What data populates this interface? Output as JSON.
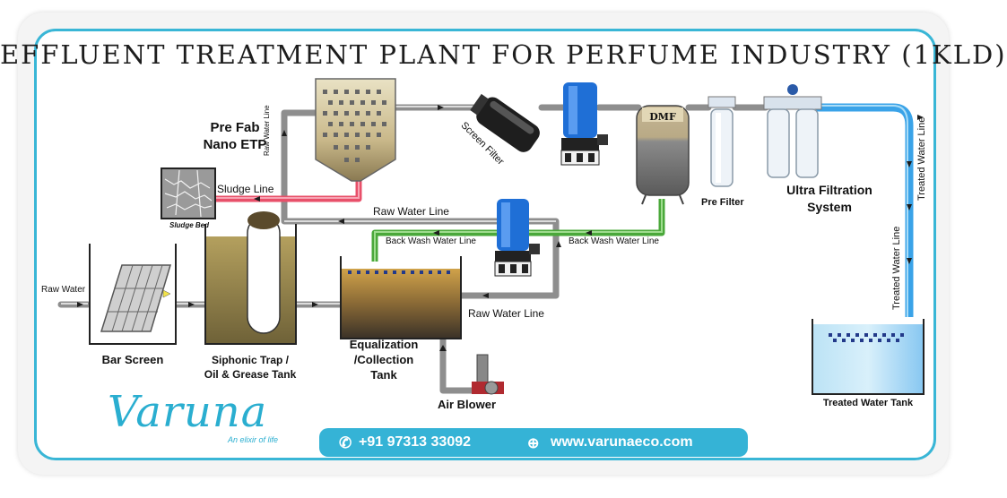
{
  "title": "EFFLUENT TREATMENT PLANT FOR PERFUME INDUSTRY (1KLD)",
  "labels": {
    "pre_fab": "Pre Fab",
    "nano_etp": "Nano ETP",
    "sludge_line": "Sludge Line",
    "sludge_bed": "Sludge Bed",
    "raw_water_vertical": "Raw Water Line",
    "screen_filter": "Screen Filter",
    "dmf": "DMF",
    "pre_filter": "Pre Filter",
    "ultra_filtration_1": "Ultra Filtration",
    "ultra_filtration_2": "System",
    "raw_water_line_upper": "Raw Water Line",
    "back_wash_left": "Back Wash Water Line",
    "back_wash_right": "Back Wash Water Line",
    "raw_water_input": "Raw Water",
    "raw_water_line_lower": "Raw Water Line",
    "bar_screen": "Bar Screen",
    "siphonic_1": "Siphonic Trap /",
    "siphonic_2": "Oil & Grease Tank",
    "equalization_1": "Equalization",
    "equalization_2": "/Collection",
    "equalization_3": "Tank",
    "air_blower": "Air Blower",
    "treated_water_line_a": "Treated Water Line",
    "treated_water_line_b": "Treated Water Line",
    "treated_water_tank": "Treated Water Tank"
  },
  "brand": {
    "name": "Varuna",
    "tagline": "An elixir of life"
  },
  "contact": {
    "phone": "+91 97313 33092",
    "website": "www.varunaeco.com"
  },
  "colors": {
    "accent": "#39b6d6",
    "sludge": "#e8506a",
    "backwash": "#4aa83a",
    "treated": "#3aa3e8",
    "pump": "#1f6fd6"
  }
}
